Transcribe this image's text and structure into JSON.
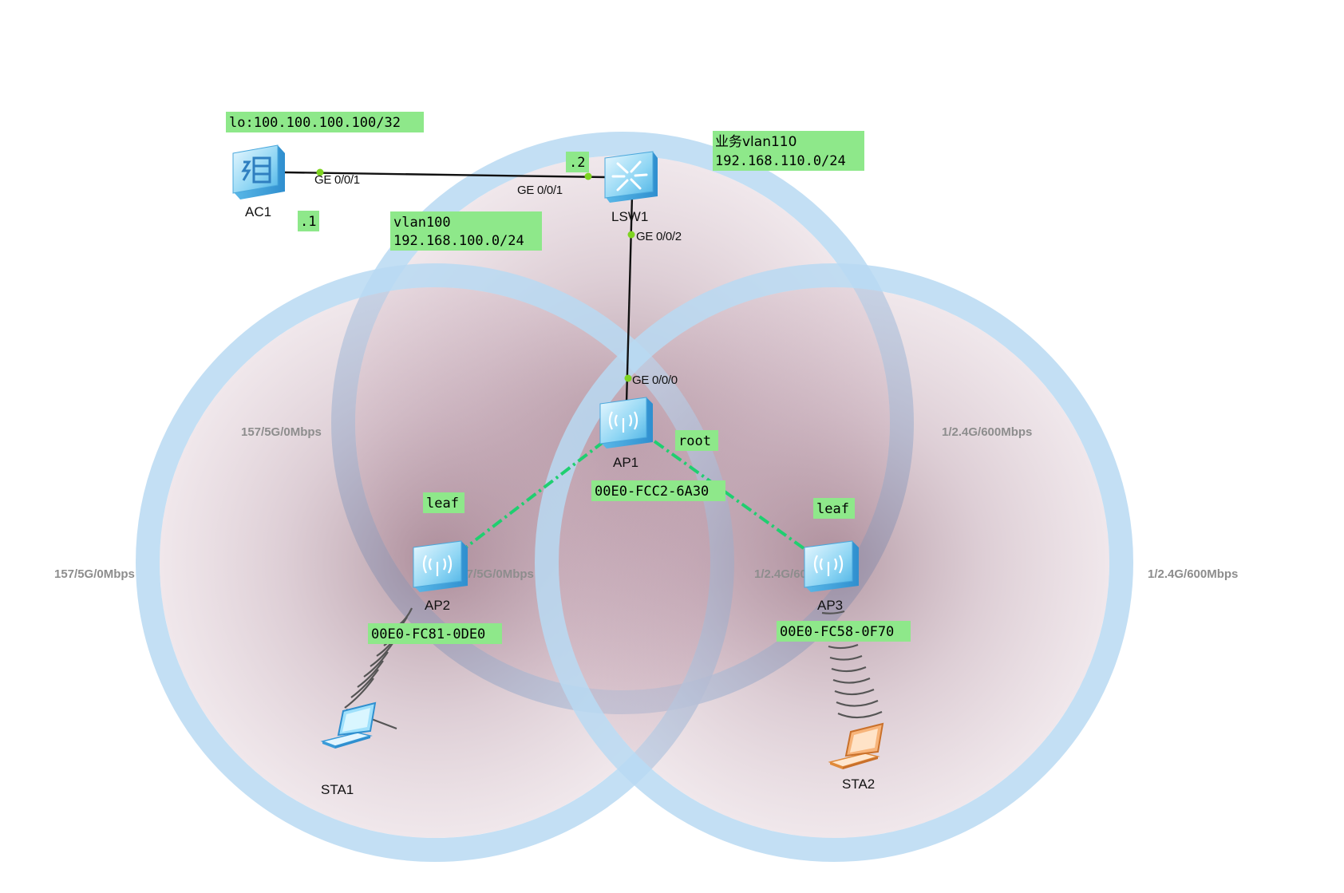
{
  "labels": {
    "loopback": "lo:100.100.100.100/32",
    "ac_ip": ".1",
    "lsw_ip": ".2",
    "vlan100_name": "vlan100",
    "vlan100_net": "192.168.100.0/24",
    "vlan110_name": "业务vlan110",
    "vlan110_net": "192.168.110.0/24",
    "root": "root",
    "leaf_ap2": "leaf",
    "leaf_ap3": "leaf",
    "mac_ap1": "00E0-FCC2-6A30",
    "mac_ap2": "00E0-FC81-0DE0",
    "mac_ap3": "00E0-FC58-0F70"
  },
  "devices": {
    "ac1": "AC1",
    "lsw1": "LSW1",
    "ap1": "AP1",
    "ap2": "AP2",
    "ap3": "AP3",
    "sta1": "STA1",
    "sta2": "STA2"
  },
  "ports": {
    "ac1_ge001": "GE 0/0/1",
    "lsw1_ge001": "GE 0/0/1",
    "lsw1_ge002": "GE 0/0/2",
    "ap1_ge000": "GE 0/0/0"
  },
  "radio": {
    "ap2_inner": "157/5G/0Mbps",
    "ap2_outer": "157/5G/0Mbps",
    "ap2_near": "157/5G/0Mbps",
    "ap3_inner": "1/2.4G/600Mbps",
    "ap3_outer": "1/2.4G/600Mbps",
    "ap3_near": "1/2.4G/600Mbps"
  },
  "colors": {
    "label_bg": "#8ee88a",
    "coverage_ring": "#b9d9f2",
    "coverage_fill": "#c7a5b4",
    "mesh_link": "#1fcf70",
    "cable": "#111111",
    "port_dot": "#7ed321"
  }
}
